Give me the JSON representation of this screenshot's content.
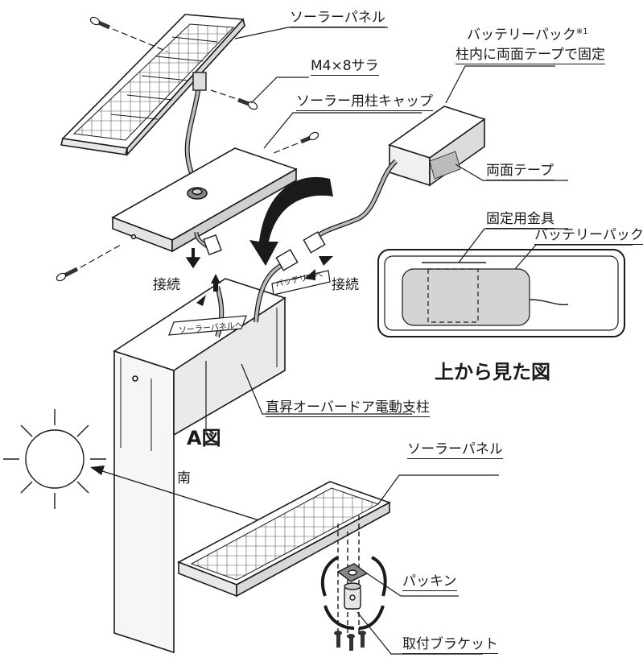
{
  "labels": {
    "solar_panel_top": "ソーラーパネル",
    "screw_spec": "M4×8サラ",
    "cap": "ソーラー用柱キャップ",
    "battery_pack_line1": "バッテリーパック",
    "battery_pack_note": "※1",
    "battery_pack_line2": "柱内に両面テープで固定",
    "double_tape": "両面テープ",
    "bracket_fixing": "固定用金具",
    "battery_pack_top": "バッテリーパック",
    "connect_left": "接続",
    "connect_right": "接続",
    "tag_solar": "ソーラーパネルへ",
    "tag_battery": "バッテリーへ",
    "view_from_top": "上から見た図",
    "pillar": "直昇オーバードア電動支柱",
    "figure_a": "A図",
    "south": "南",
    "solar_panel_bottom": "ソーラーパネル",
    "packing": "パッキン",
    "mounting_bracket": "取付ブラケット"
  }
}
